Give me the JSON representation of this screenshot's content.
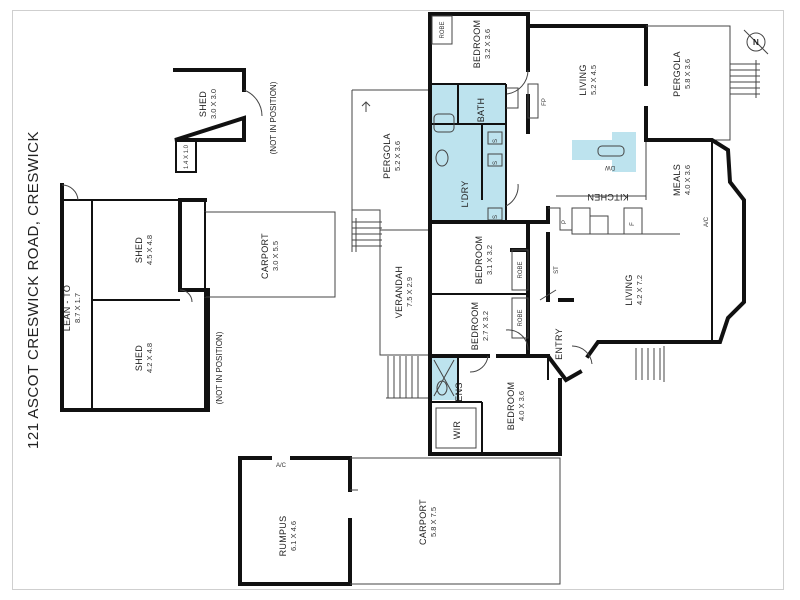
{
  "title": "121 ASCOT CRESWICK ROAD, CRESWICK",
  "rooms": {
    "shed_small": {
      "name": "SHED",
      "dims": "3.0 X 3.0",
      "note": "(NOT IN POSITION)"
    },
    "shed_tiny": {
      "dims": "1.4 X 1.0"
    },
    "lean_to": {
      "name": "LEAN - TO",
      "dims": "8.7 X 1.7"
    },
    "shed_a": {
      "name": "SHED",
      "dims": "4.5 X 4.8"
    },
    "shed_b": {
      "name": "SHED",
      "dims": "4.2 X 4.8"
    },
    "carport_small": {
      "name": "CARPORT",
      "dims": "3.0 X 5.5"
    },
    "outbuilding_note": "(NOT IN POSITION)",
    "pergola_left": {
      "name": "PERGOLA",
      "dims": "5.2 X 3.6"
    },
    "verandah": {
      "name": "VERANDAH",
      "dims": "7.5 X 2.9"
    },
    "bedroom_top": {
      "name": "BEDROOM",
      "dims": "3.2 X 3.6"
    },
    "robe_top": "ROBE",
    "bath": "BATH",
    "ldry": "L'DRY",
    "s1": "S",
    "s2": "S",
    "s3": "S",
    "living_top": {
      "name": "LIVING",
      "dims": "5.2 X 4.5"
    },
    "fp": "FP",
    "pergola_right": {
      "name": "PERGOLA",
      "dims": "5.8 X 3.6"
    },
    "compass": "N",
    "dw": "DW",
    "kitchen": "KITCHEN",
    "p": "P",
    "f": "F",
    "meals": {
      "name": "MEALS",
      "dims": "4.0 X 3.6"
    },
    "ac": "A/C",
    "bedroom_mid1": {
      "name": "BEDROOM",
      "dims": "3.1 X 3.2"
    },
    "robe_mid1": "ROBE",
    "bedroom_mid2": {
      "name": "BEDROOM",
      "dims": "2.7 X 3.2"
    },
    "robe_mid2": "ROBE",
    "st": "ST",
    "living_main": {
      "name": "LIVING",
      "dims": "4.2 X 7.2"
    },
    "entry": "ENTRY",
    "ens": "ENS",
    "wir": "WIR",
    "bedroom_main": {
      "name": "BEDROOM",
      "dims": "4.0 X 3.6"
    },
    "rumpus": {
      "name": "RUMPUS",
      "dims": "6.1 X 4.6"
    },
    "rumpus_ac": "A/C",
    "carport_large": {
      "name": "CARPORT",
      "dims": "5.8 X 7.5"
    }
  }
}
